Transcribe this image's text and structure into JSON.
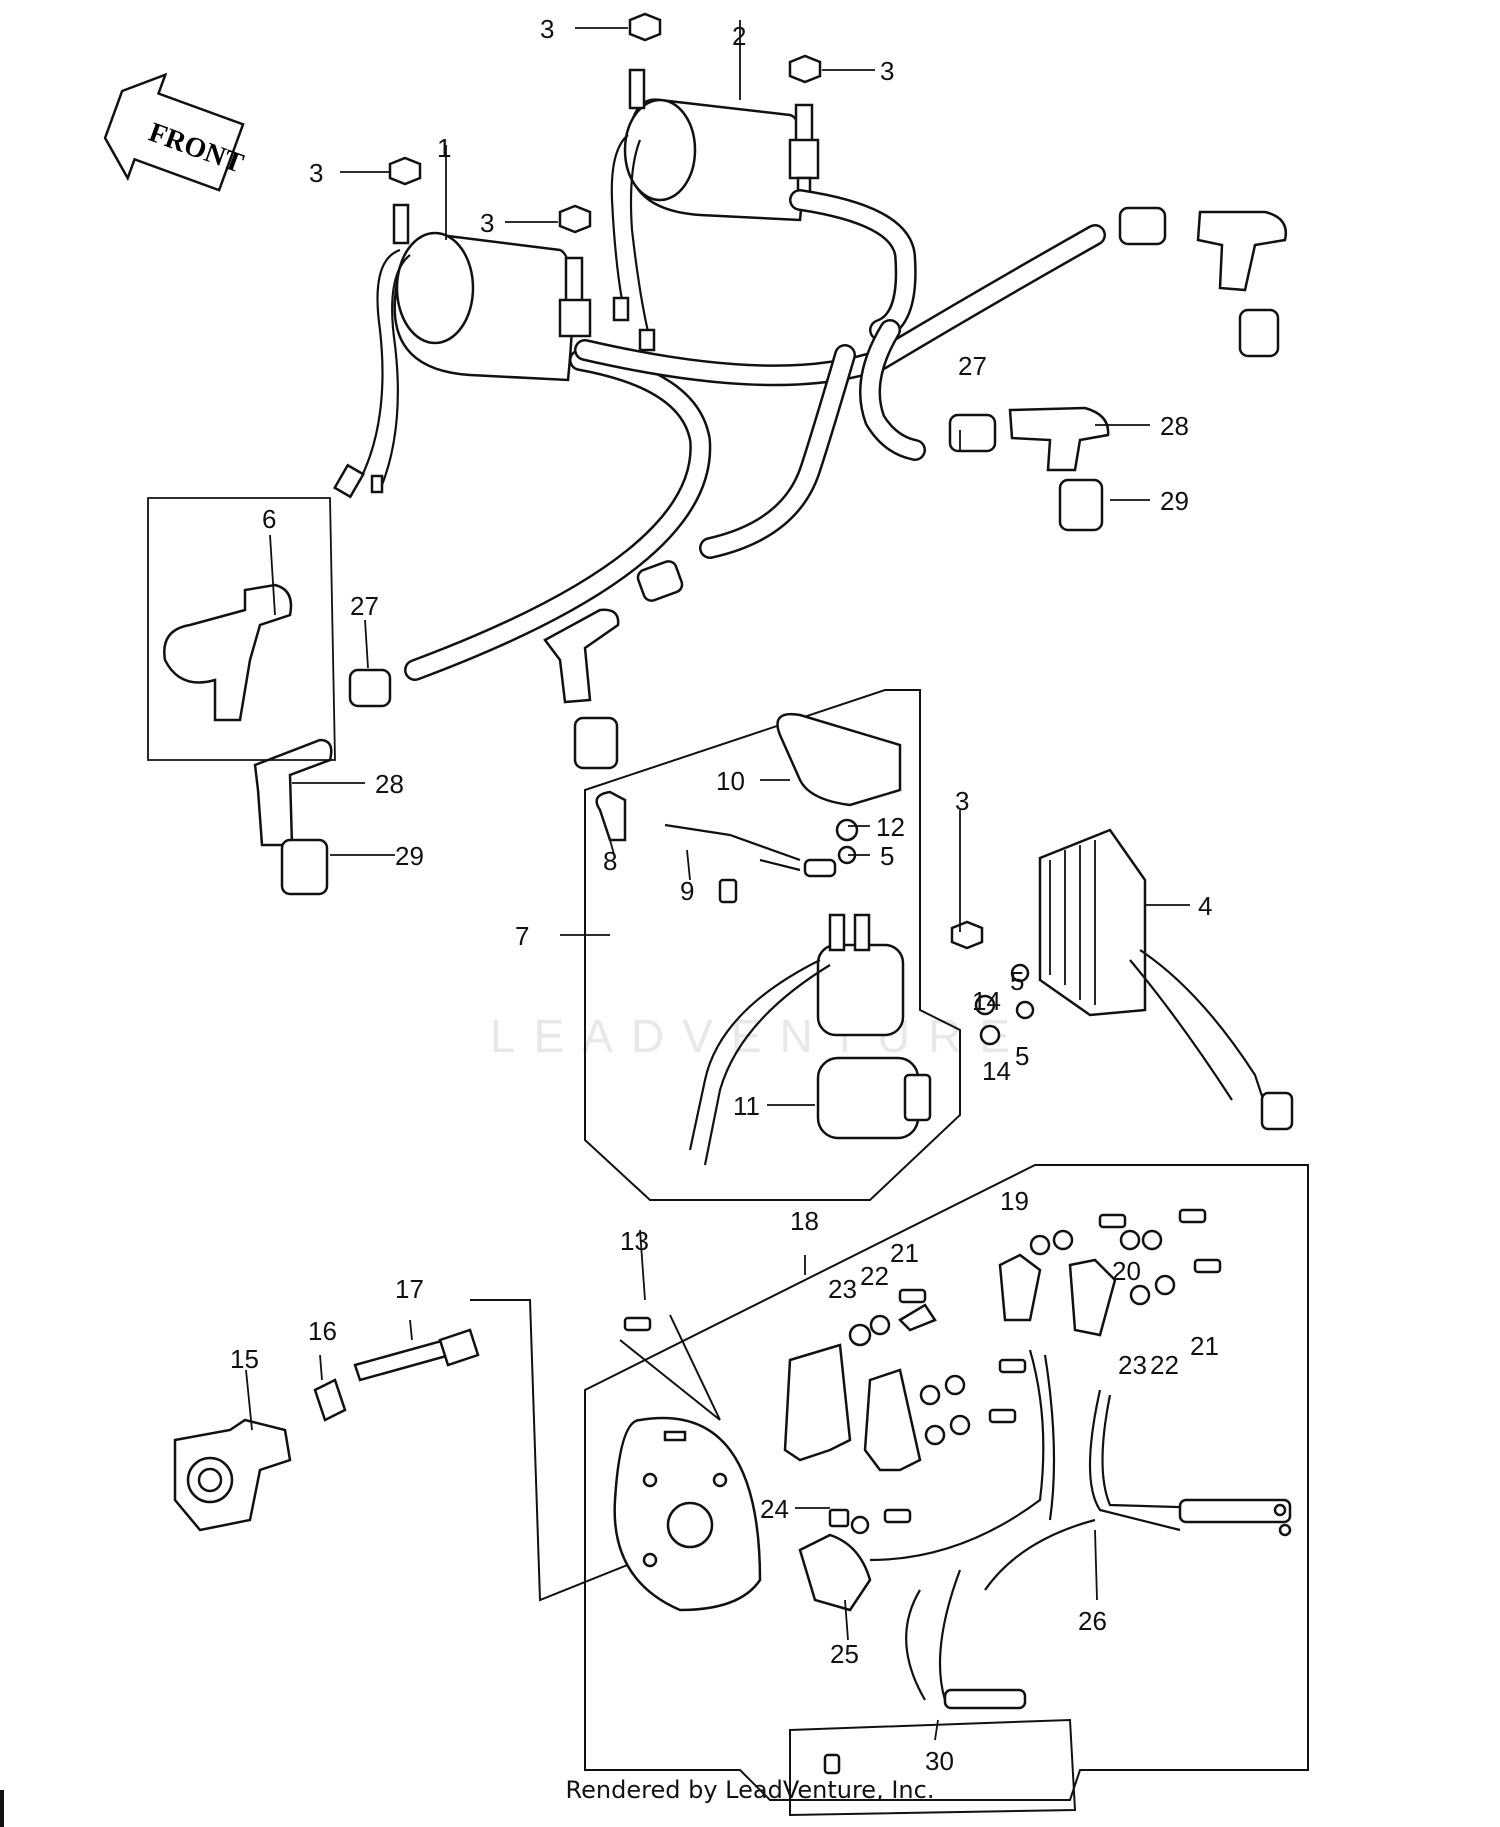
{
  "front_label": "FRONT",
  "watermark": "LEADVENTURE",
  "footer": "Rendered by LeadVenture, Inc.",
  "callouts": {
    "c1": "1",
    "c2": "2",
    "c3a": "3",
    "c3b": "3",
    "c3c": "3",
    "c3d": "3",
    "c3e": "3",
    "c4": "4",
    "c5a": "5",
    "c5b": "5",
    "c5c": "5",
    "c6": "6",
    "c7": "7",
    "c8": "8",
    "c9": "9",
    "c10": "10",
    "c11": "11",
    "c12": "12",
    "c13": "13",
    "c14a": "14",
    "c14b": "14",
    "c15": "15",
    "c16": "16",
    "c17": "17",
    "c18": "18",
    "c19": "19",
    "c20": "20",
    "c21a": "21",
    "c21b": "21",
    "c22a": "22",
    "c22b": "22",
    "c23a": "23",
    "c23b": "23",
    "c24": "24",
    "c25": "25",
    "c26": "26",
    "c27a": "27",
    "c27b": "27",
    "c28a": "28",
    "c28b": "28",
    "c29a": "29",
    "c29b": "29",
    "c30": "30"
  }
}
